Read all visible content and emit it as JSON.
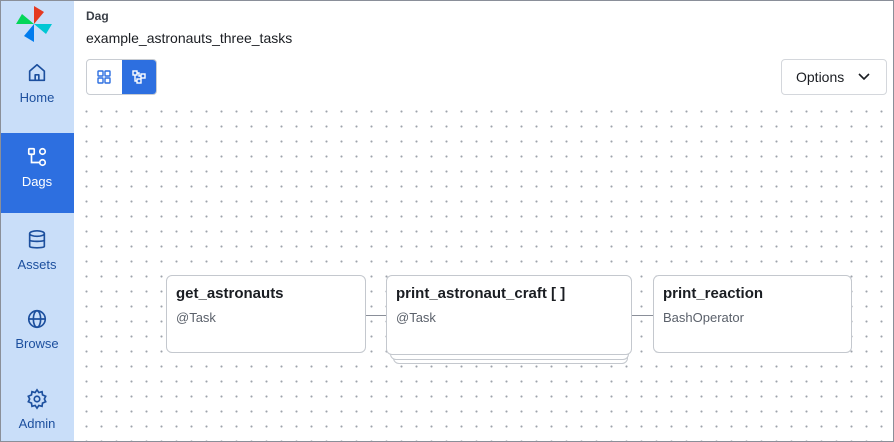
{
  "sidebar": {
    "items": [
      {
        "label": "Home",
        "icon": "home-icon"
      },
      {
        "label": "Dags",
        "icon": "dags-icon",
        "active": true
      },
      {
        "label": "Assets",
        "icon": "database-icon"
      },
      {
        "label": "Browse",
        "icon": "globe-icon"
      },
      {
        "label": "Admin",
        "icon": "gear-icon"
      }
    ]
  },
  "header": {
    "label": "Dag",
    "title": "example_astronauts_three_tasks"
  },
  "toolbar": {
    "views": [
      {
        "name": "grid-view",
        "icon": "grid-icon",
        "active": false
      },
      {
        "name": "graph-view",
        "icon": "graph-icon",
        "active": true
      }
    ],
    "options_label": "Options"
  },
  "graph": {
    "nodes": [
      {
        "name": "get_astronauts",
        "operator": "@Task"
      },
      {
        "name": "print_astronaut_craft [ ]",
        "operator": "@Task",
        "mapped": true
      },
      {
        "name": "print_reaction",
        "operator": "BashOperator"
      }
    ]
  },
  "colors": {
    "sidebar_bg": "#c9def9",
    "accent": "#2d6fe0",
    "nav_text": "#1c4f9e"
  }
}
